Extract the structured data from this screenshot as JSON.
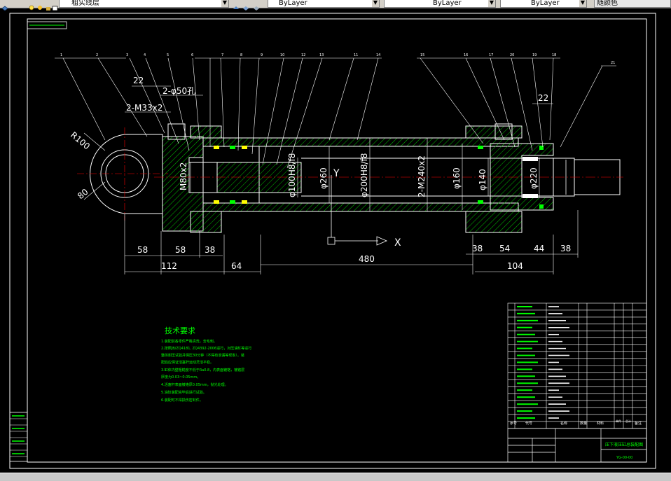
{
  "toolbar": {
    "layer_combo": "粗实线层",
    "color_combo": "ByLayer",
    "linetype_combo": "ByLayer",
    "lineweight_combo": "ByLayer",
    "plotstyle_combo": "随颜色"
  },
  "drawing": {
    "dims": {
      "d22_top": "22",
      "d2phi50": "2-φ50孔",
      "d2m33": "2-M33x2",
      "r100": "R100",
      "d80": "80",
      "m80": "M80x2",
      "phi100": "φ100H8/f8",
      "phi260": "φ260",
      "phi200": "φ200H8/f8",
      "m240": "2-M240x2",
      "phi160": "φ160",
      "phi140": "φ140",
      "phi220": "φ220",
      "d22_right": "22",
      "d58a": "58",
      "d58b": "58",
      "d38a": "38",
      "d112": "112",
      "d64": "64",
      "d480": "480",
      "d38b": "38",
      "d54": "54",
      "d44": "44",
      "d38c": "38",
      "d104": "104",
      "axis_x": "X",
      "axis_y": "Y"
    },
    "balloons": [
      "1",
      "2",
      "3",
      "4",
      "5",
      "6",
      "7",
      "8",
      "9",
      "10",
      "11",
      "12",
      "13",
      "14",
      "15",
      "16",
      "17",
      "18",
      "19",
      "20",
      "21"
    ],
    "tech_title": "技术要求",
    "tech_lines": [
      "1.装配前各零件严格清洗，去毛刺。",
      "2.按照JB/ZQ4181, ZQ4392-2006进行，对压油缸等进行",
      "整体耐压试验并保压30分钟（不得有渗漏等现象）。装",
      "配后应保证活塞杆运动灵活平稳。",
      "3.缸体内壁粗糙度不低于Ra0.8，内表面镀铬，镀铬层",
      "厚度为0.03~0.05mm。",
      "4.活塞杆表面镀铬厚0.05mm，抛光处理。",
      "5.油缸装配完毕后进行试验。",
      "6.装配时不得损伤密封件。"
    ],
    "title_block": {
      "drawing_name": "压下液压缸总装配图",
      "drawing_no": "YG-00-00",
      "header": [
        "序号",
        "代号",
        "名称",
        "数量",
        "材料",
        "单件",
        "总计",
        "备注"
      ]
    }
  }
}
